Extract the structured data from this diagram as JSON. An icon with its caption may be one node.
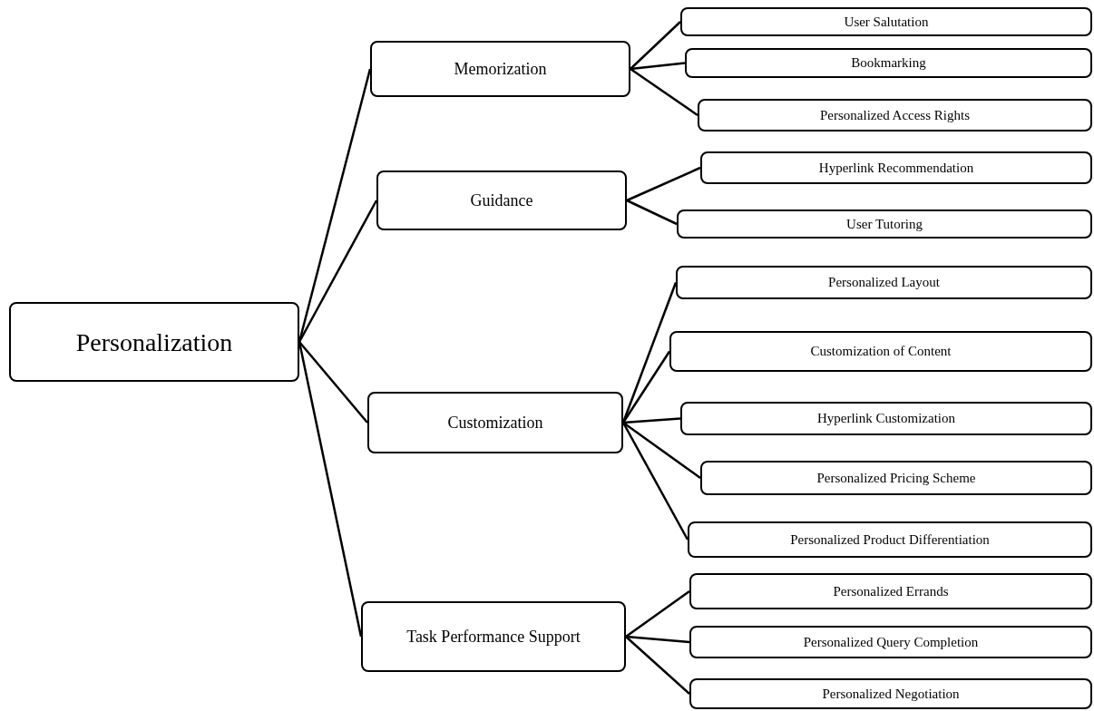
{
  "diagram": {
    "nodes": [
      {
        "text": [
          "Personalization"
        ]
      },
      {
        "text": [
          "Memorization"
        ]
      },
      {
        "text": [
          "Guidance"
        ]
      },
      {
        "text": [
          "Customization"
        ]
      },
      {
        "text": [
          "Task Performance Support"
        ]
      },
      {
        "text": [
          "User Salutation"
        ]
      },
      {
        "text": [
          "Bookmarking"
        ]
      },
      {
        "text": [
          "Personalized Access Rights"
        ]
      },
      {
        "text": [
          "Hyperlink Recommendation"
        ]
      },
      {
        "text": [
          "User Tutoring"
        ]
      },
      {
        "text": [
          "Personalized Layout"
        ]
      },
      {
        "text": [
          "Customization of Content"
        ]
      },
      {
        "text": [
          "Hyperlink Customization"
        ]
      },
      {
        "text": [
          "Personalized Pricing Scheme"
        ]
      },
      {
        "text": [
          "Personalized Product Differentiation"
        ]
      },
      {
        "text": [
          "Personalized Errands"
        ]
      },
      {
        "text": [
          "Personalized Query Completion"
        ]
      },
      {
        "text": [
          "Personalized Negotiation"
        ]
      }
    ],
    "edges": [
      {
        "from": 0,
        "to": 1,
        "arrow": "none"
      },
      {
        "from": 0,
        "to": 2,
        "arrow": "none"
      },
      {
        "from": 0,
        "to": 3,
        "arrow": "none"
      },
      {
        "from": 0,
        "to": 4,
        "arrow": "none"
      },
      {
        "from": 1,
        "to": 5,
        "arrow": "none"
      },
      {
        "from": 1,
        "to": 6,
        "arrow": "none"
      },
      {
        "from": 1,
        "to": 7,
        "arrow": "none"
      },
      {
        "from": 2,
        "to": 8,
        "arrow": "none"
      },
      {
        "from": 2,
        "to": 9,
        "arrow": "none"
      },
      {
        "from": 3,
        "to": 10,
        "arrow": "none"
      },
      {
        "from": 3,
        "to": 11,
        "arrow": "none"
      },
      {
        "from": 3,
        "to": 12,
        "arrow": "none"
      },
      {
        "from": 3,
        "to": 13,
        "arrow": "none"
      },
      {
        "from": 3,
        "to": 14,
        "arrow": "none"
      },
      {
        "from": 4,
        "to": 15,
        "arrow": "none"
      },
      {
        "from": 4,
        "to": 16,
        "arrow": "none"
      },
      {
        "from": 4,
        "to": 17,
        "arrow": "none"
      }
    ]
  }
}
